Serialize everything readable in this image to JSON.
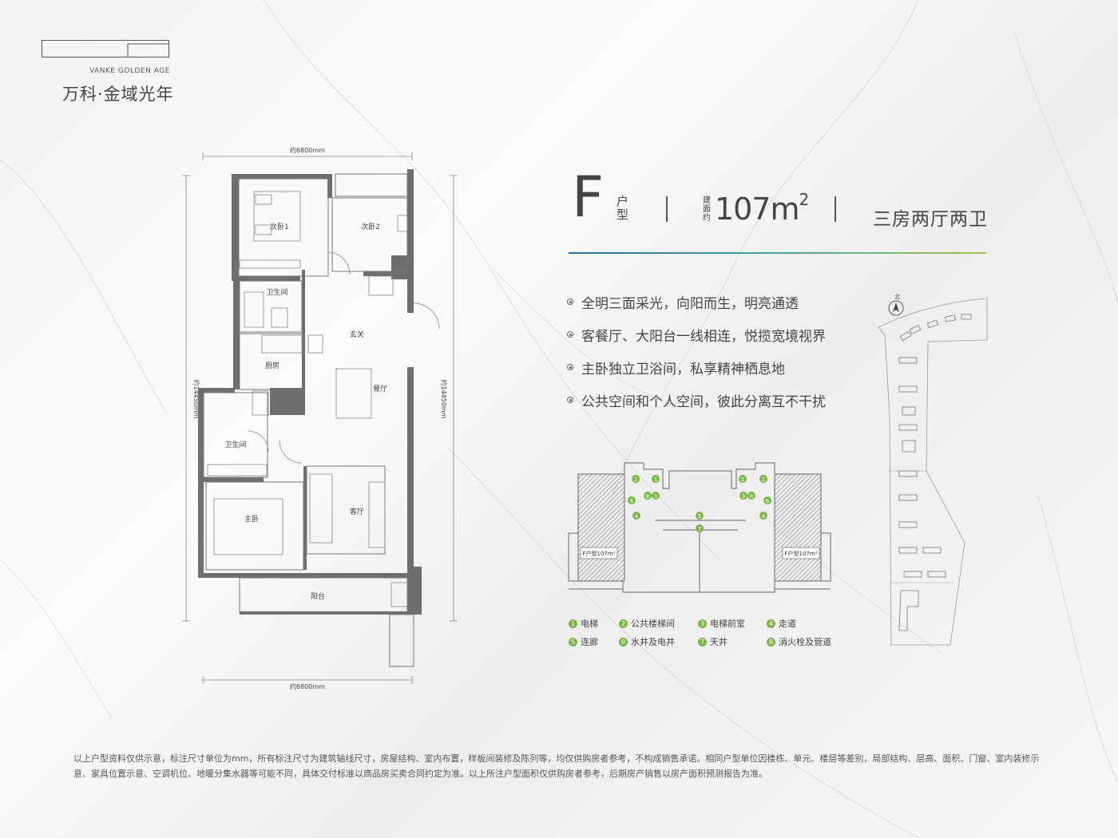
{
  "brand": {
    "english": "VANKE GOLDEN AGE",
    "chinese": "万科·金域光年"
  },
  "unit": {
    "letter": "F",
    "type_label": "户型",
    "area_label": "建面约",
    "area_value": "107m",
    "area_sup": "2",
    "layout": "三房两厅两卫"
  },
  "features": [
    "全明三面采光，向阳而生，明亮通透",
    "客餐厅、大阳台一线相连，悦揽宽境视界",
    "主卧独立卫浴间，私享精神栖息地",
    "公共空间和个人空间，彼此分离互不干扰"
  ],
  "floorplan": {
    "dim_top": "约6800mm",
    "dim_bottom": "约6800mm",
    "dim_left": "约14450mm",
    "dim_right": "约14450mm",
    "rooms": {
      "bedroom2": "次卧1",
      "bedroom3": "次卧2",
      "bath_public": "卫生间",
      "foyer": "玄关",
      "kitchen": "厨房",
      "dining": "餐厅",
      "bath_master": "卫生间",
      "master": "主卧",
      "living": "客厅",
      "balcony": "阳台"
    }
  },
  "core_plan": {
    "unit_label_left": "F户型107m²",
    "unit_label_right": "F户型107m²"
  },
  "legend": [
    {
      "num": "1",
      "label": "电梯"
    },
    {
      "num": "2",
      "label": "公共楼梯间"
    },
    {
      "num": "3",
      "label": "电梯前室"
    },
    {
      "num": "4",
      "label": "走道"
    },
    {
      "num": "5",
      "label": "连廊"
    },
    {
      "num": "6",
      "label": "水井及电井"
    },
    {
      "num": "7",
      "label": "天井"
    },
    {
      "num": "8",
      "label": "消火栓及管道"
    }
  ],
  "site_plan": {
    "north": "北"
  },
  "disclaimer": {
    "line1": "以上户型资料仅供示意，标注尺寸单位为mm，所有标注尺寸为建筑轴线尺寸，房屋结构、室内布置，样板间装修及陈列等，均仅供购房者参考，不构成销售承诺。相同户型单位因楼栋、单元、楼层等差别，局部结构、层高、面积、门窗、室内装修示",
    "line2": "意、家具位置示意、空调机位、地暖分集水器等可能不同，具体交付标准以商品房买卖合同约定为准。以上所注户型面积仅供购房者参考，后期房产销售以房产面积预测报告为准。"
  },
  "colors": {
    "accent_start": "#2c6f8d",
    "accent_end": "#9cc84a",
    "legend_green": "#7ab648",
    "core_gray": "#aaaaaa"
  }
}
